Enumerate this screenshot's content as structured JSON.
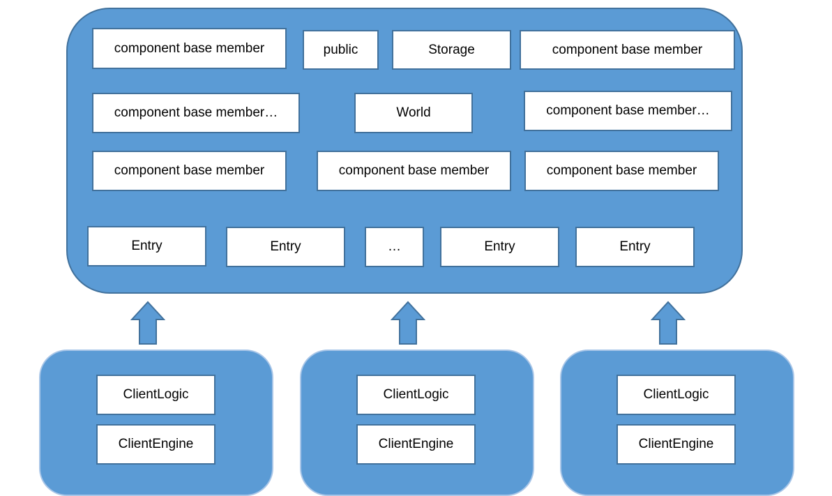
{
  "main": {
    "row1": [
      "component base member",
      "public",
      "Storage",
      "component base member"
    ],
    "row2": [
      "component base member…",
      "World",
      "component base member…"
    ],
    "row3": [
      "component base member",
      "component base member",
      "component base member"
    ],
    "entries": [
      "Entry",
      "Entry",
      "…",
      "Entry",
      "Entry"
    ]
  },
  "clients": [
    {
      "logic": "ClientLogic",
      "engine": "ClientEngine"
    },
    {
      "logic": "ClientLogic",
      "engine": "ClientEngine"
    },
    {
      "logic": "ClientLogic",
      "engine": "ClientEngine"
    }
  ],
  "colors": {
    "container_fill": "#5b9bd5",
    "container_border": "#41719c",
    "box_fill": "#ffffff"
  }
}
